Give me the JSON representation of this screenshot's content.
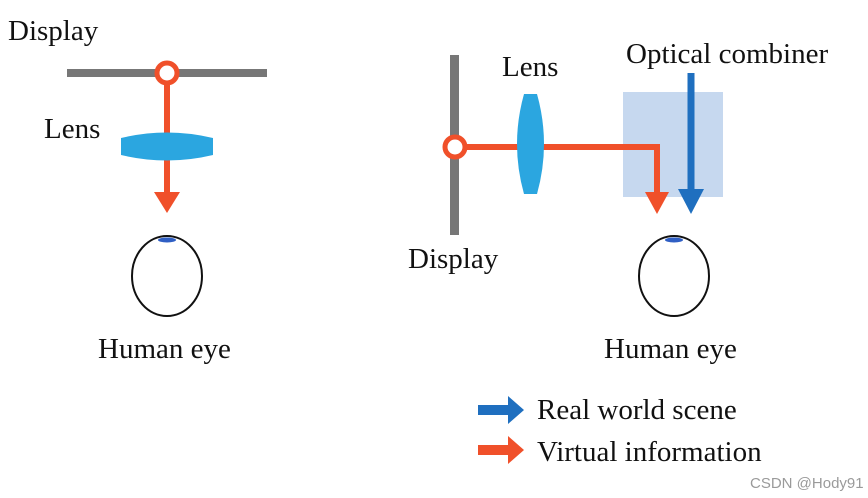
{
  "left_figure": {
    "display_label": "Display",
    "lens_label": "Lens",
    "eye_label": "Human eye"
  },
  "right_figure": {
    "lens_label": "Lens",
    "combiner_label": "Optical combiner",
    "display_label": "Display",
    "eye_label": "Human eye"
  },
  "legend": {
    "items": [
      {
        "label": "Real world scene",
        "color": "#1f6fbf"
      },
      {
        "label": "Virtual information",
        "color": "#f0502a"
      }
    ]
  },
  "watermark": "CSDN @Hody91",
  "colors": {
    "virtual": "#f0502a",
    "real": "#1f6fbf",
    "lens": "#2ba6e0",
    "display": "#777777",
    "combiner": "#c6d8ef",
    "eye_outline": "#111111",
    "pupil": "#2f5fc4"
  }
}
